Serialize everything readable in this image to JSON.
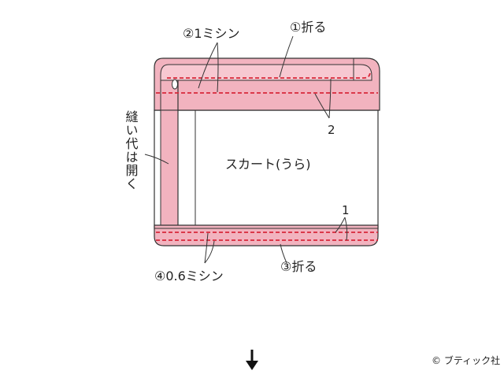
{
  "labels": {
    "step2": "②1ミシン",
    "step1": "①折る",
    "num2": "2",
    "side_vertical": "縫い代は開く",
    "skirt": "スカート(うら)",
    "num1": "1",
    "step4": "④0.6ミシン",
    "step3": "③折る",
    "copyright": "© ブティック社"
  },
  "colors": {
    "pink": "#f2b3bf",
    "stitch": "#d8283a",
    "outline": "#333333"
  },
  "icons": [
    "down-arrow-icon"
  ]
}
